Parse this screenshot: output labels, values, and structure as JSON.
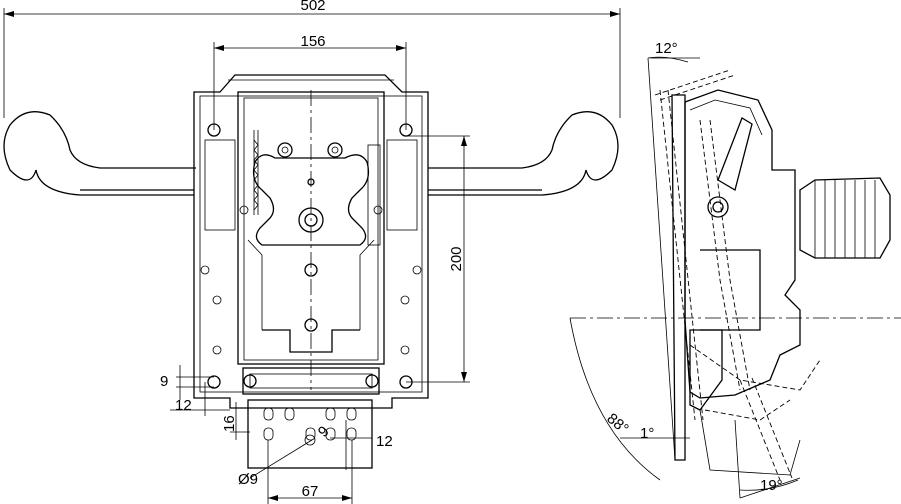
{
  "front_view": {
    "dims": {
      "overall_width": "502",
      "plate_width": "156",
      "plate_height": "200",
      "edge_offset_vertical": "9",
      "edge_offset_horizontal": "12",
      "slot_height": "16",
      "slot_offset": "12",
      "hole_spacing": "9",
      "hole_diameter": "Ø9",
      "hole_span": "67"
    }
  },
  "side_view": {
    "dims": {
      "backrest_tilt": "12°",
      "seat_tilt_forward": "1°",
      "seat_tilt_back": "88°",
      "recline_angle": "19°"
    }
  }
}
